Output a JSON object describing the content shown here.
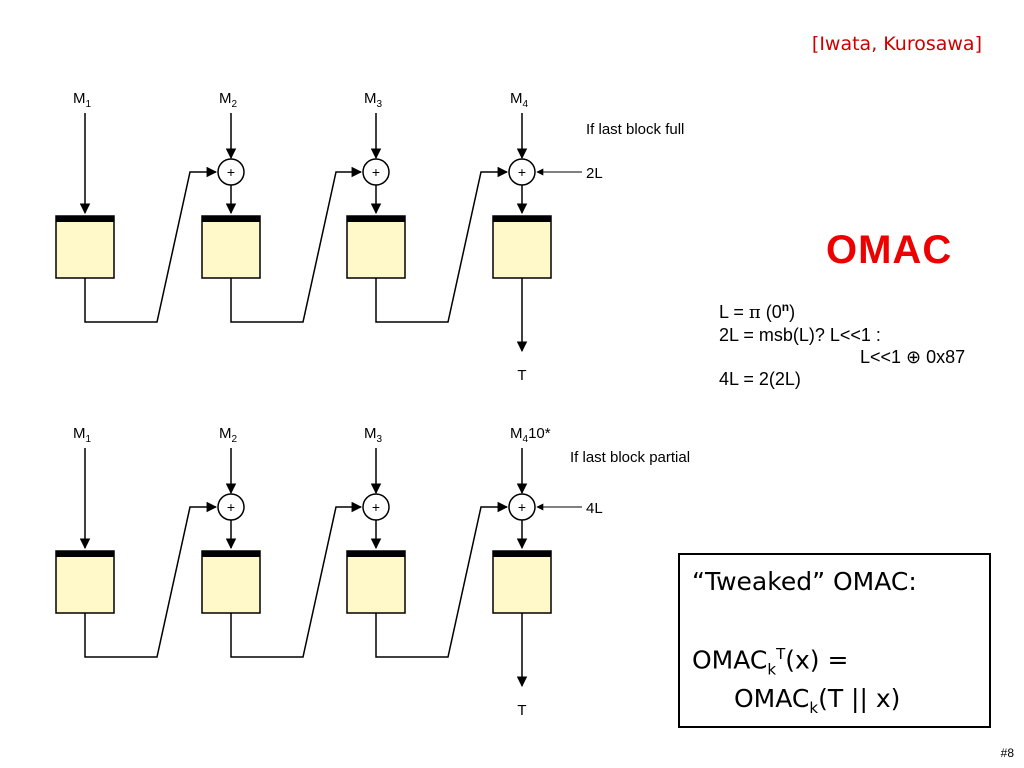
{
  "citation": "[Iwata, Kurosawa]",
  "title": "OMAC",
  "diagram_top": {
    "inputs": [
      {
        "base": "M",
        "sub": "1",
        "suffix": ""
      },
      {
        "base": "M",
        "sub": "2",
        "suffix": ""
      },
      {
        "base": "M",
        "sub": "3",
        "suffix": ""
      },
      {
        "base": "M",
        "sub": "4",
        "suffix": ""
      }
    ],
    "xor_symbol": "+",
    "condition": "If last block full",
    "mask": "2L",
    "output": "T"
  },
  "diagram_bottom": {
    "inputs": [
      {
        "base": "M",
        "sub": "1",
        "suffix": ""
      },
      {
        "base": "M",
        "sub": "2",
        "suffix": ""
      },
      {
        "base": "M",
        "sub": "3",
        "suffix": ""
      },
      {
        "base": "M",
        "sub": "4",
        "suffix": "10*"
      }
    ],
    "xor_symbol": "+",
    "condition": "If last block partial",
    "mask": "4L",
    "output": "T"
  },
  "formulas": {
    "line1_prefix": "L = ",
    "line1_pi": "π",
    "line1_mid": " (0",
    "line1_exp": "n",
    "line1_end": ")",
    "line2": "2L = msb(L)? L<<1 :",
    "line3": "L<<1 ⊕ 0x87",
    "line4": "4L = 2(2L)"
  },
  "tweak_box": {
    "heading": "“Tweaked” OMAC:",
    "lhs": "OMAC",
    "lhs_sub": "k",
    "lhs_sup": "T",
    "lhs_rest": "(x) =",
    "rhs": "OMAC",
    "rhs_sub": "k",
    "rhs_rest": "(T || x)"
  },
  "slide_number": "#8",
  "colors": {
    "block_fill": "#fff8c8",
    "block_top_bar": "#000000",
    "accent_red": "#ee0000"
  }
}
